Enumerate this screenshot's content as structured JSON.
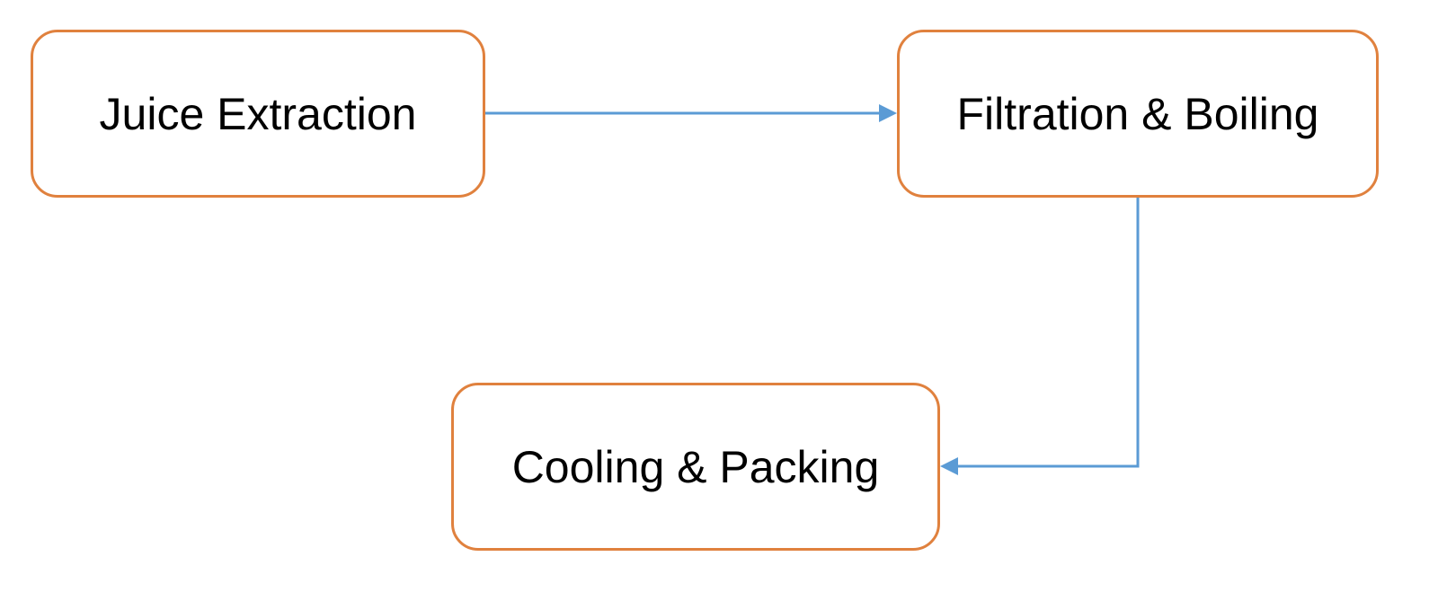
{
  "diagram": {
    "nodes": [
      {
        "id": "juice-extraction",
        "label": "Juice Extraction"
      },
      {
        "id": "filtration-boiling",
        "label": "Filtration & Boiling"
      },
      {
        "id": "cooling-packing",
        "label": "Cooling & Packing"
      }
    ],
    "edges": [
      {
        "from": "juice-extraction",
        "to": "filtration-boiling"
      },
      {
        "from": "filtration-boiling",
        "to": "cooling-packing"
      }
    ],
    "colors": {
      "node_border": "#E0813E",
      "edge": "#5B9BD5",
      "text": "#000000",
      "background": "#FFFFFF"
    }
  }
}
